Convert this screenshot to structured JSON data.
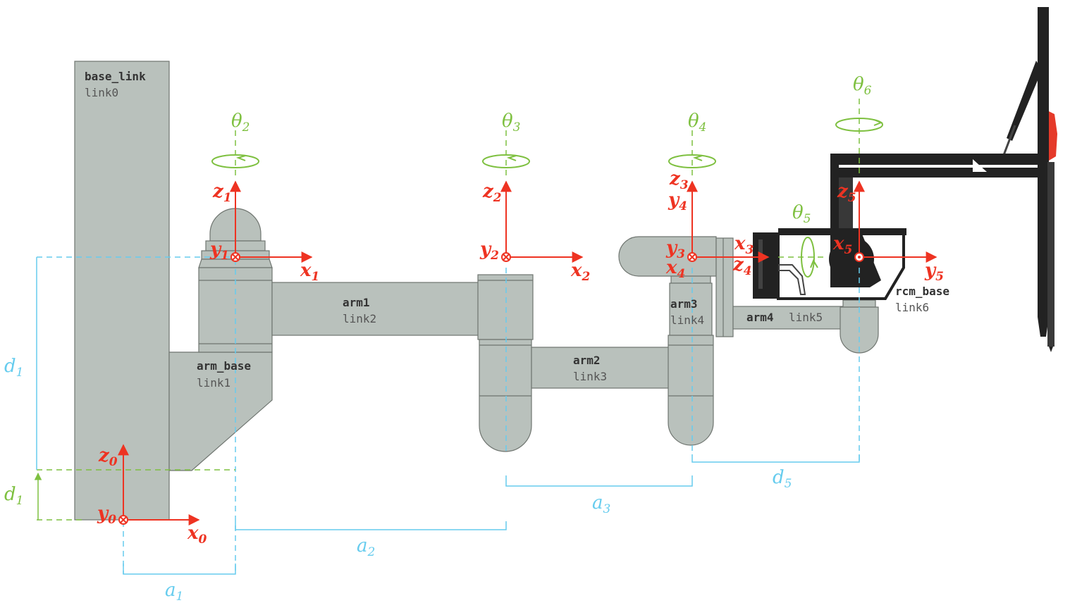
{
  "colors": {
    "frame": "#ee3322",
    "dim_blue": "#66ccee",
    "dim_green": "#7ec040",
    "part_fill": "#b9c1bc",
    "part_stroke": "#6f7570",
    "tool_dark": "#222222",
    "tool_accent": "#e53a2a"
  },
  "links": [
    {
      "name": "base_link",
      "id": "link0"
    },
    {
      "name": "arm_base",
      "id": "link1"
    },
    {
      "name": "arm1",
      "id": "link2"
    },
    {
      "name": "arm2",
      "id": "link3"
    },
    {
      "name": "arm3",
      "id": "link4"
    },
    {
      "name": "arm4",
      "id": "link5"
    },
    {
      "name": "rcm_base",
      "id": "link6"
    }
  ],
  "frames": {
    "x0": {
      "base": "x",
      "sub": "0"
    },
    "y0": {
      "base": "y",
      "sub": "0"
    },
    "z0": {
      "base": "z",
      "sub": "0"
    },
    "x1": {
      "base": "x",
      "sub": "1"
    },
    "y1": {
      "base": "y",
      "sub": "1"
    },
    "z1": {
      "base": "z",
      "sub": "1"
    },
    "x2": {
      "base": "x",
      "sub": "2"
    },
    "y2": {
      "base": "y",
      "sub": "2"
    },
    "z2": {
      "base": "z",
      "sub": "2"
    },
    "x3": {
      "base": "x",
      "sub": "3"
    },
    "y3": {
      "base": "y",
      "sub": "3"
    },
    "z3": {
      "base": "z",
      "sub": "3"
    },
    "x4": {
      "base": "x",
      "sub": "4"
    },
    "y4": {
      "base": "y",
      "sub": "4"
    },
    "z4": {
      "base": "z",
      "sub": "4"
    },
    "x5": {
      "base": "x",
      "sub": "5"
    },
    "y5": {
      "base": "y",
      "sub": "5"
    },
    "z5": {
      "base": "z",
      "sub": "5"
    }
  },
  "joints": {
    "theta2": {
      "base": "θ",
      "sub": "2"
    },
    "theta3": {
      "base": "θ",
      "sub": "3"
    },
    "theta4": {
      "base": "θ",
      "sub": "4"
    },
    "theta5": {
      "base": "θ",
      "sub": "5"
    },
    "theta6": {
      "base": "θ",
      "sub": "6"
    }
  },
  "dimensions": {
    "d1_blue": {
      "base": "d",
      "sub": "1"
    },
    "d1_green": {
      "base": "d",
      "sub": "1"
    },
    "a1": {
      "base": "a",
      "sub": "1"
    },
    "a2": {
      "base": "a",
      "sub": "2"
    },
    "a3": {
      "base": "a",
      "sub": "3"
    },
    "d5": {
      "base": "d",
      "sub": "5"
    }
  }
}
